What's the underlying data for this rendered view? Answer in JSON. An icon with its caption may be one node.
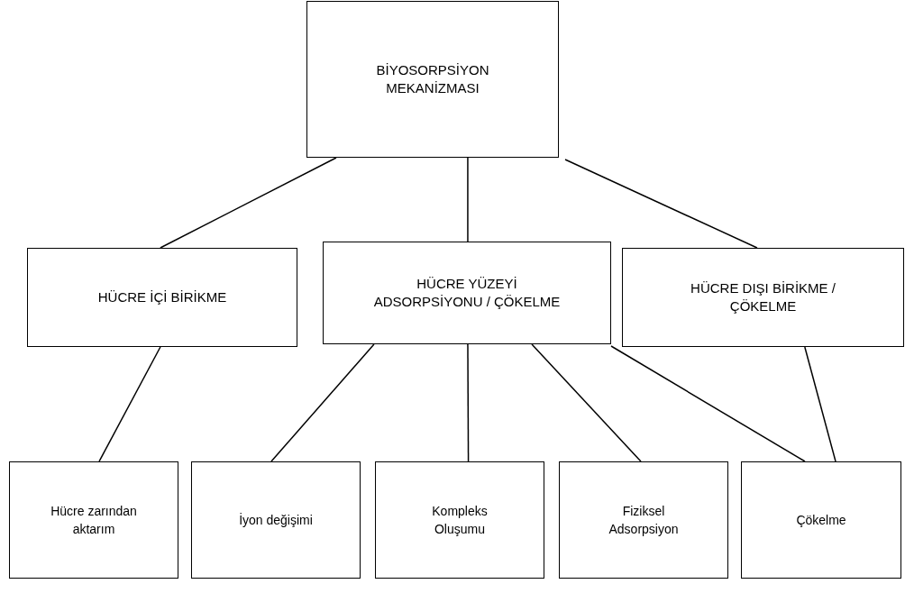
{
  "diagram": {
    "nodes": [
      {
        "text": [
          "BİYOSORPSİYON MEKANİZMASI"
        ]
      },
      {
        "text": [
          "HÜCRE İÇİ BİRİKME"
        ]
      },
      {
        "text": [
          "HÜCRE YÜZEYİ ADSORPSİYONU / ÇÖKELME"
        ]
      },
      {
        "text": [
          "HÜCRE DIŞI BİRİKME / ÇÖKELME"
        ]
      },
      {
        "text": [
          "Hücre zarından aktarım"
        ]
      },
      {
        "text": [
          "İyon değişimi"
        ]
      },
      {
        "text": [
          "Kompleks Oluşumu"
        ]
      },
      {
        "text": [
          "Fiziksel Adsorpsiyon"
        ]
      },
      {
        "text": [
          "Çökelme"
        ]
      }
    ],
    "edges": [
      {
        "from": 0,
        "to": 1,
        "arrow": "none"
      },
      {
        "from": 0,
        "to": 2,
        "arrow": "none"
      },
      {
        "from": 0,
        "to": 3,
        "arrow": "none"
      },
      {
        "from": 1,
        "to": 4,
        "arrow": "none"
      },
      {
        "from": 2,
        "to": 5,
        "arrow": "none"
      },
      {
        "from": 2,
        "to": 6,
        "arrow": "none"
      },
      {
        "from": 2,
        "to": 7,
        "arrow": "none"
      },
      {
        "from": 2,
        "to": 8,
        "arrow": "none"
      },
      {
        "from": 3,
        "to": 8,
        "arrow": "none"
      }
    ]
  }
}
